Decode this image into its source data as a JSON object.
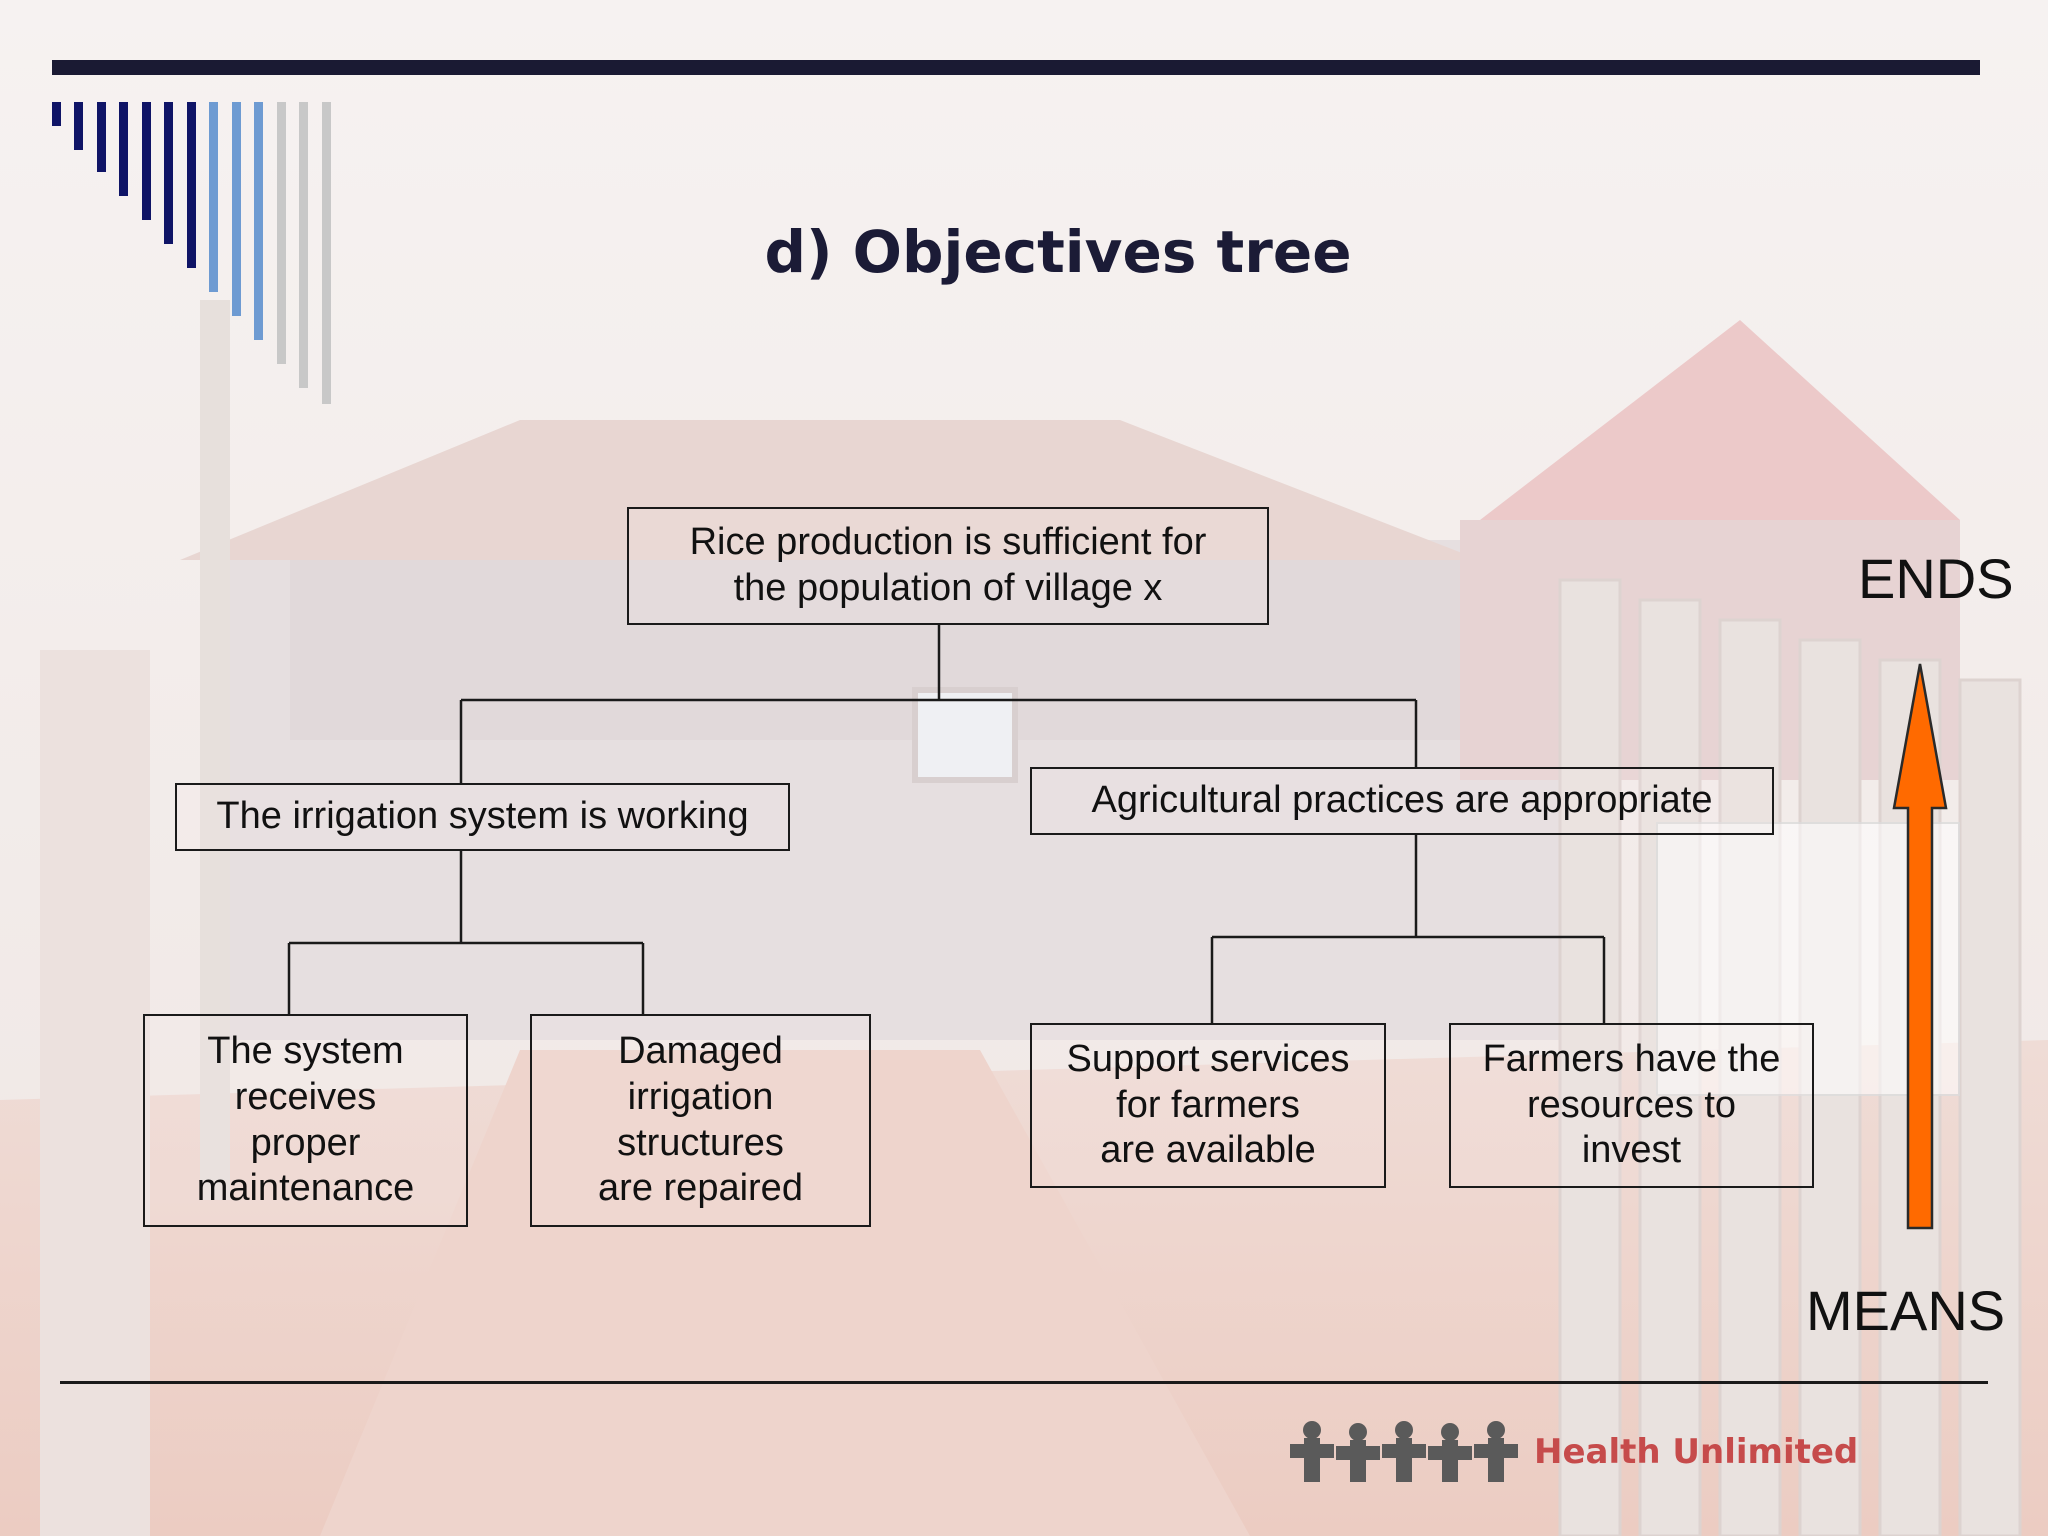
{
  "title": "d) Objectives tree",
  "boxes": {
    "top": "Rice production is sufficient for\nthe population of village x",
    "left": "The irrigation system is working",
    "right": "Agricultural practices are appropriate",
    "ll": "The system\nreceives\nproper\nmaintenance",
    "lr": "Damaged\nirrigation\nstructures\nare repaired",
    "rl": "Support services\nfor farmers\nare available",
    "rr": "Farmers have the\nresources to\ninvest"
  },
  "ends_label": "ENDS",
  "means_label": "MEANS",
  "logo_text": "Health Unlimited",
  "colors": {
    "arrow": "#ff6a00",
    "title": "#1b1b36",
    "stripe_dark": "#0f1466",
    "stripe_mid": "#6e9bd2",
    "stripe_light": "#c8c8c8",
    "logo_people": "#5a5a5a",
    "logo_text": "#c64b4b"
  }
}
